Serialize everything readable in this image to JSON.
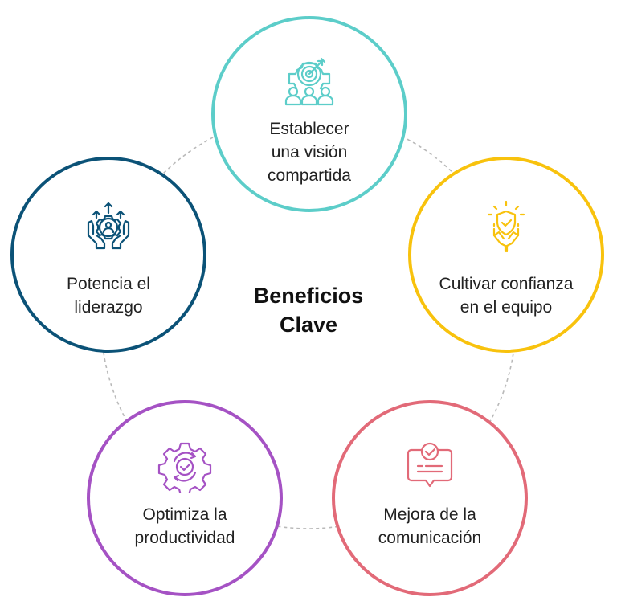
{
  "diagram": {
    "title": "Beneficios Clave",
    "title_lines": [
      "Beneficios",
      "Clave"
    ],
    "connector_color": "#b9b9b9",
    "nodes": [
      {
        "id": "vision",
        "label": "Establecer una visión compartida",
        "label_lines": [
          "Establecer",
          "una visión",
          "compartida"
        ],
        "icon": "target-gear-team-icon",
        "color": "#5ccdc9"
      },
      {
        "id": "confianza",
        "label": "Cultivar confianza en el equipo",
        "label_lines": [
          "Cultivar confianza",
          "en el equipo"
        ],
        "icon": "shield-check-hands-icon",
        "color": "#f8c20d"
      },
      {
        "id": "comunicacion",
        "label": "Mejora de la comunicación",
        "label_lines": [
          "Mejora de la",
          "comunicación"
        ],
        "icon": "chat-bubble-check-icon",
        "color": "#e26a78"
      },
      {
        "id": "productividad",
        "label": "Optimiza la productividad",
        "label_lines": [
          "Optimiza la",
          "productividad"
        ],
        "icon": "gear-check-cycle-icon",
        "color": "#a552c4"
      },
      {
        "id": "liderazgo",
        "label": "Potencia el liderazgo",
        "label_lines": [
          "Potencia el",
          "liderazgo"
        ],
        "icon": "hands-gear-growth-icon",
        "color": "#0b5277"
      }
    ]
  }
}
